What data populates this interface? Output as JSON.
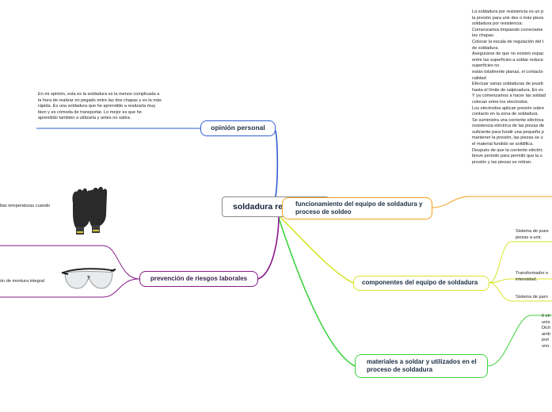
{
  "central": "soldadura resistencia",
  "branches": {
    "opinion": "opinión personal",
    "funcionamiento": "funcionamiento del equipo de soldadura y proceso de soldeo",
    "componentes": "componentes del equipo de soldadura",
    "materiales": "materiales a soldar y utilizados en el proceso de soldadura",
    "prevencion": "prevención de riesgos laborales"
  },
  "opinion_text": [
    "En mi opinión, esta es la soldadura es la menos complicada a",
    "la hora de realizar en pegado entre las dos chapas y es la más",
    "rápida. Es una soldadura que he aprendido a realizarla muy",
    "bien y es cómoda de transportar. Lo mejor es que he",
    "aprendido también a utilizarla y antes no sabía."
  ],
  "func_text": [
    "La soldadura por resistencia es un p",
    "la presión para unir dos o más pieza",
    "soldadura por resistencia:",
    "Comenzamos limpiando correctame",
    "las chapas.",
    "Colocar la escala de regulación del t",
    "de soldadura.",
    "Asegurarse de que no existen espac",
    "entre las superficies a soldar reduce",
    "superficies no",
    "están totalmente planas, el contacto",
    "calidad",
    "Efectuar varias soldaduras de prueb",
    "hasta el límite de salpicadura. En es",
    "Y ya comenzamos a hacer las soldad",
    "colocan entre los electrodos.",
    "Los electrodos aplican presión sobre",
    "contacto en la zona de soldadura.",
    "Se suministra una corriente eléctrica",
    "resistencia eléctrica de las piezas de",
    "suficiente para fundir una pequeña p",
    "mantener la presión, las piezas se u",
    "el material fundido se solidifica.",
    "Después de que la corriente eléctric",
    "breve período para permitir que la s",
    "presión y las piezas se retiran."
  ],
  "comp_items": [
    [
      "Sistema de pues",
      "piezas a unir."
    ],
    [
      "Transformador e",
      "intensidad."
    ],
    [
      "Sistema de paro"
    ]
  ],
  "mat_text": [
    "6 ch",
    "unio",
    "Dich",
    "amb",
    "pun",
    "uno."
  ],
  "prev_items": [
    "ltas temperaturas cuando",
    "ón de montura integral"
  ]
}
